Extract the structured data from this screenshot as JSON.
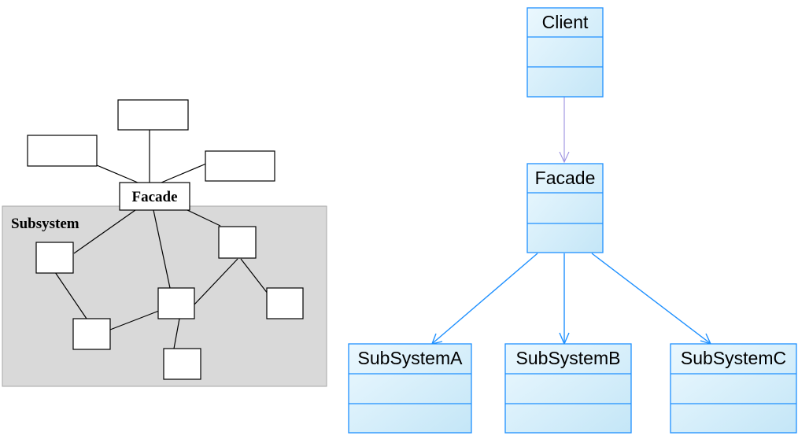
{
  "left_diagram": {
    "facade_label": "Facade",
    "subsystem_label": "Subsystem",
    "colors": {
      "subsystem_fill": "#d9d9d9",
      "subsystem_border": "#a6a6a6",
      "box_stroke": "#000000",
      "box_fill": "#ffffff"
    }
  },
  "right_diagram": {
    "classes": {
      "client": "Client",
      "facade": "Facade",
      "subsystem_a": "SubSystemA",
      "subsystem_b": "SubSystemB",
      "subsystem_c": "SubSystemC"
    },
    "colors": {
      "class_border": "#1e90ff",
      "class_fill_top": "#e8f6fd",
      "class_fill_bottom": "#c6e8f8",
      "dependency_arrow": "#9a8fe0",
      "association_arrow": "#1e90ff"
    }
  }
}
